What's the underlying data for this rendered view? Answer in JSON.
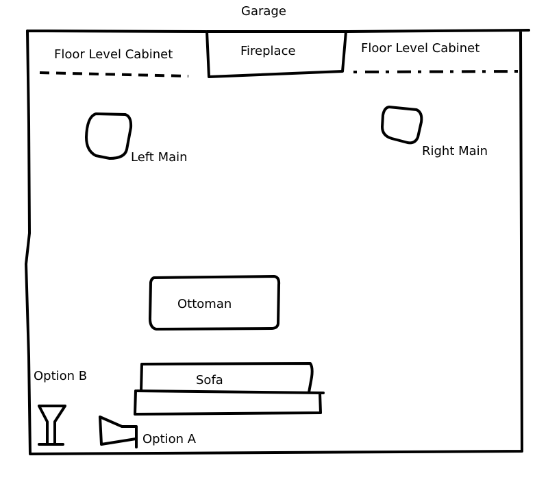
{
  "labels": {
    "garage": "Garage",
    "cabinet_left": "Floor Level Cabinet",
    "fireplace": "Fireplace",
    "cabinet_right": "Floor Level Cabinet",
    "left_main": "Left Main",
    "right_main": "Right Main",
    "ottoman": "Ottoman",
    "sofa": "Sofa",
    "option_b": "Option B",
    "option_a": "Option A"
  },
  "colors": {
    "ink": "#000000",
    "paper": "#ffffff"
  }
}
